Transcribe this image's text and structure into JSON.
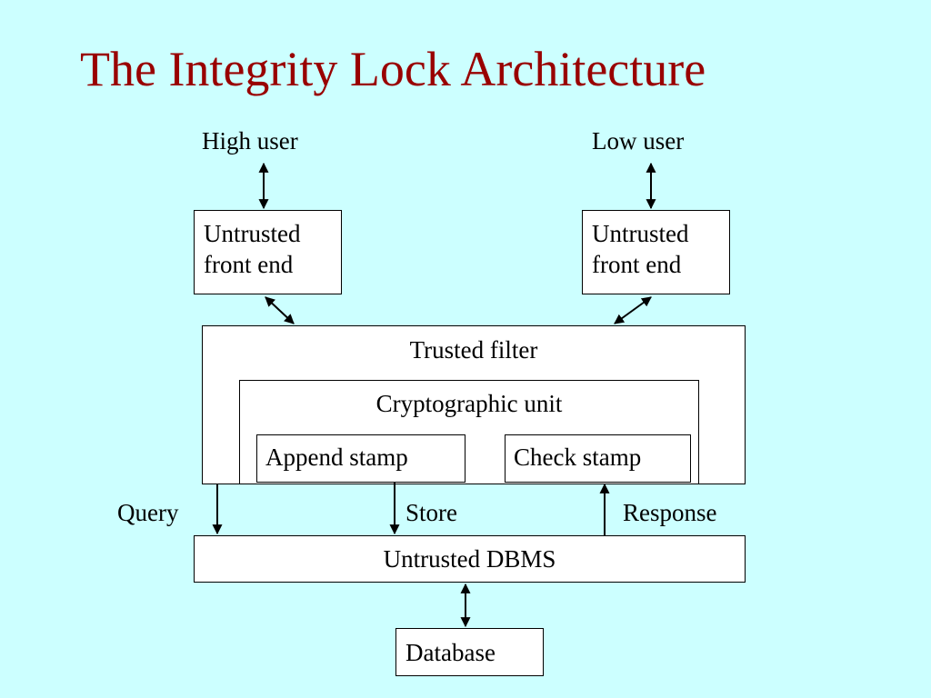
{
  "title": "The Integrity Lock Architecture",
  "users": {
    "high": "High user",
    "low": "Low user"
  },
  "front_end": {
    "left": [
      "Untrusted",
      "front end"
    ],
    "right": [
      "Untrusted",
      "front end"
    ]
  },
  "trusted_filter": {
    "label": "Trusted filter",
    "crypto_unit": {
      "label": "Cryptographic unit",
      "append_stamp": "Append stamp",
      "check_stamp": "Check stamp"
    }
  },
  "flows": {
    "query": "Query",
    "store": "Store",
    "response": "Response"
  },
  "dbms": "Untrusted DBMS",
  "database": "Database",
  "colors": {
    "background": "#ccffff",
    "title": "#990000",
    "box_fill": "#ffffff"
  }
}
